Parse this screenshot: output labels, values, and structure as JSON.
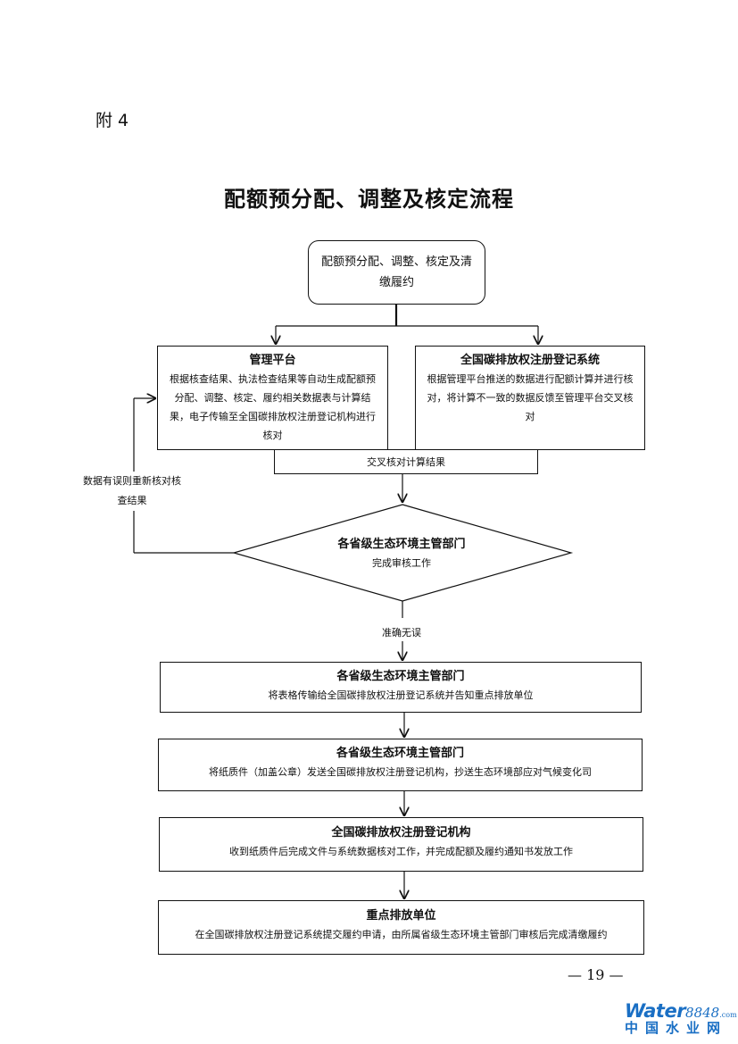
{
  "appendix_label": "附 4",
  "title": "配额预分配、调整及核定流程",
  "start_box": "配额预分配、调整、核定及清缴履约",
  "management_platform": {
    "heading": "管理平台",
    "text": "根据核查结果、执法检查结果等自动生成配额预分配、调整、核定、履约相关数据表与计算结果，电子传输至全国碳排放权注册登记机构进行核对"
  },
  "registry_system": {
    "heading": "全国碳排放权注册登记系统",
    "text": "根据管理平台推送的数据进行配额计算并进行核对，将计算不一致的数据反馈至管理平台交叉核对"
  },
  "cross_check": "交叉核对计算结果",
  "loop_note": "数据有误则重新核对核查结果",
  "decision": {
    "heading": "各省级生态环境主管部门",
    "text": "完成审核工作"
  },
  "accurate_label": "准确无误",
  "step3": {
    "heading": "各省级生态环境主管部门",
    "text": "将表格传输给全国碳排放权注册登记系统并告知重点排放单位"
  },
  "step4": {
    "heading": "各省级生态环境主管部门",
    "text": "将纸质件（加盖公章）发送全国碳排放权注册登记机构，抄送生态环境部应对气候变化司"
  },
  "step5": {
    "heading": "全国碳排放权注册登记机构",
    "text": "收到纸质件后完成文件与系统数据核对工作，并完成配额及履约通知书发放工作"
  },
  "step6": {
    "heading": "重点排放单位",
    "text": "在全国碳排放权注册登记系统提交履约申请，由所属省级生态环境主管部门审核后完成清缴履约"
  },
  "page_number": "— 19 —",
  "watermark": {
    "brand": "Water",
    "number": "8848",
    "suffix": ".com",
    "chinese": "中国水业网"
  }
}
